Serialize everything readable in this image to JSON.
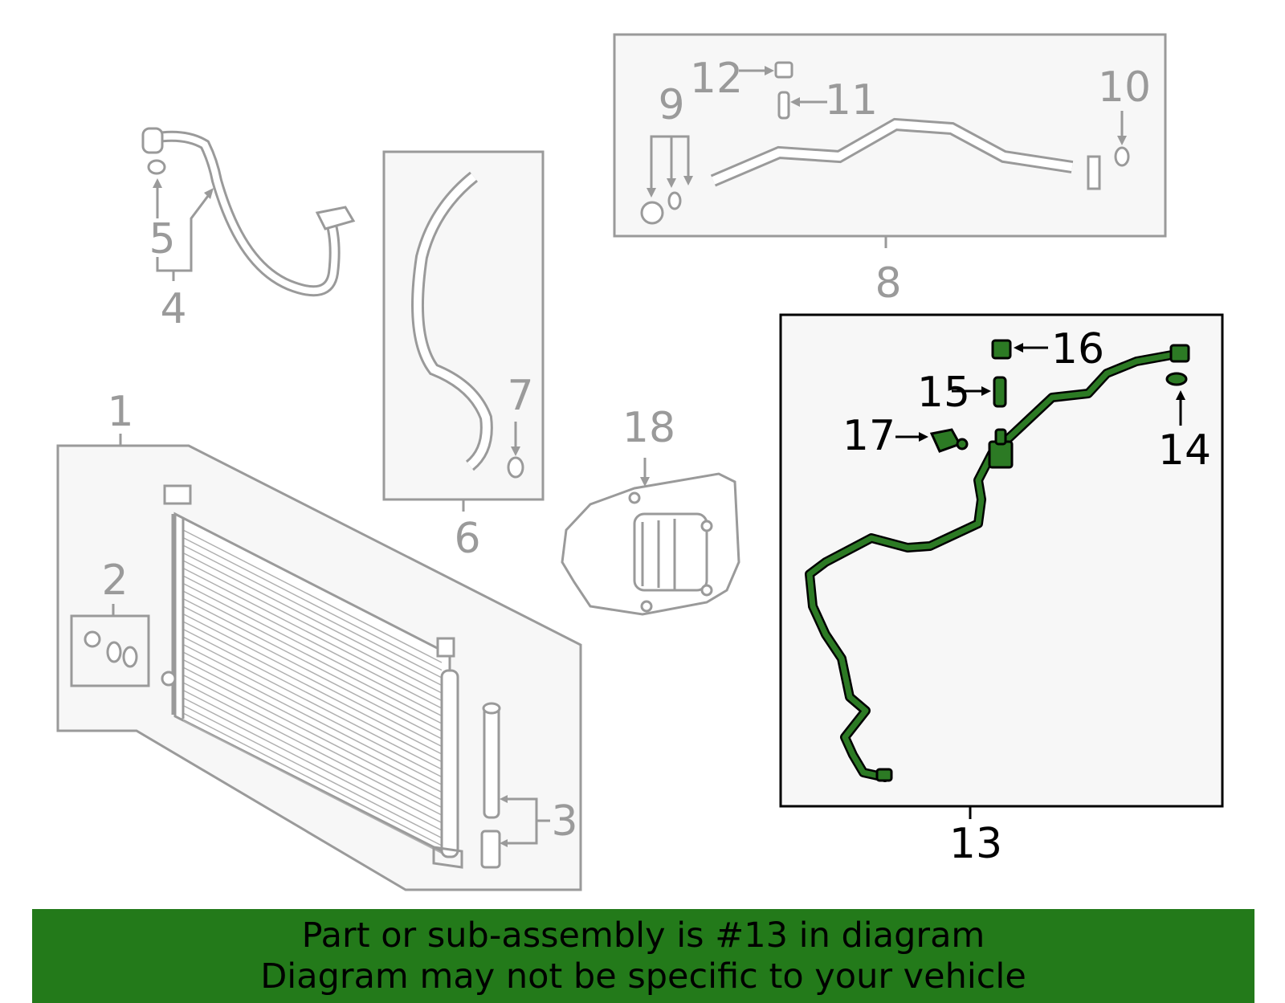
{
  "diagram": {
    "labels": {
      "c1": "1",
      "c2": "2",
      "c3": "3",
      "c4": "4",
      "c5": "5",
      "c6": "6",
      "c7": "7",
      "c8": "8",
      "c9": "9",
      "c10": "10",
      "c11": "11",
      "c12": "12",
      "c13": "13",
      "c14": "14",
      "c15": "15",
      "c16": "16",
      "c17": "17",
      "c18": "18"
    },
    "highlight_callout": "13",
    "colors": {
      "highlight": "#2c7a24",
      "banner": "#237a1a",
      "part_gray": "#9a9a9a"
    }
  },
  "banner": {
    "line1": "Part or sub-assembly is #13 in diagram",
    "line2": "Diagram may not be specific to your vehicle"
  }
}
